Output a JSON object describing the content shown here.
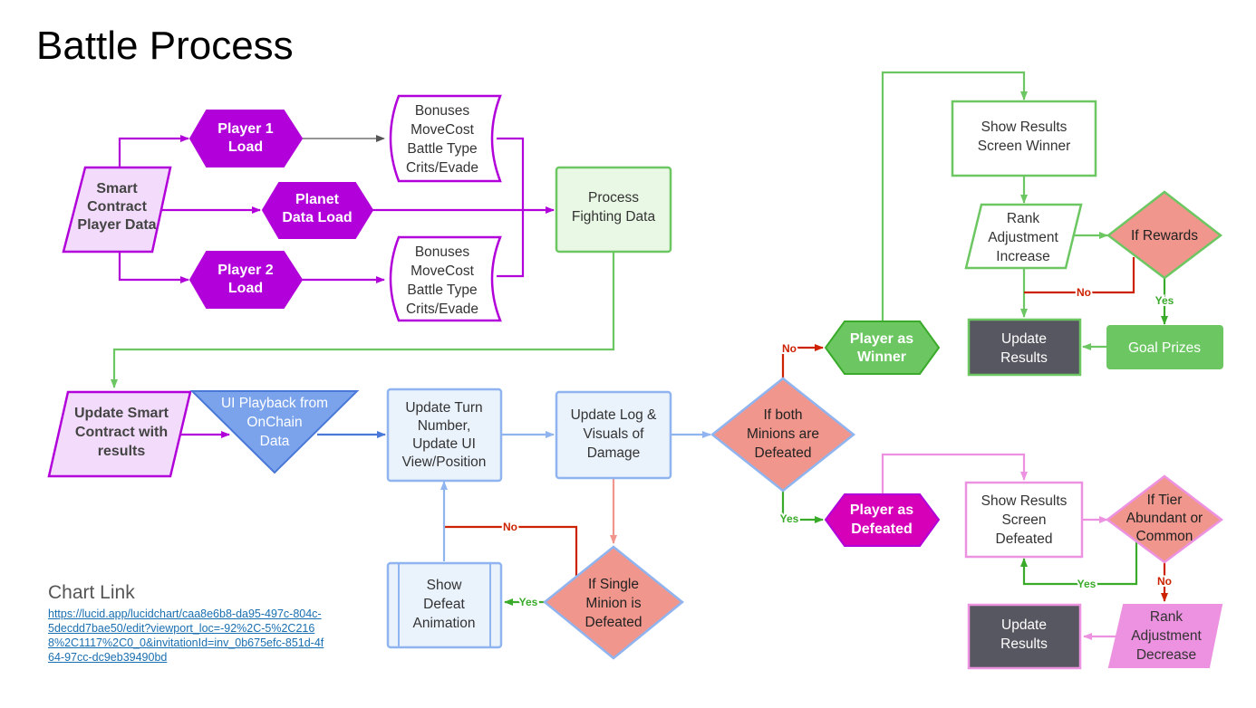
{
  "page": {
    "title": "Battle Process",
    "chart_link_heading": "Chart Link",
    "chart_link_url": "https://lucid.app/lucidchart/caa8e6b8-da95-497c-804c-5decdd7bae50/edit?viewport_loc=-92%2C-5%2C2168%2C1117%2C0_0&invitationId=inv_0b675efc-851d-4f64-97cc-dc9eb39490bd"
  },
  "colors": {
    "purple": "#b100d9",
    "purple_fill": "#f3dcfb",
    "green": "#6cc762",
    "green_fill": "#e9f8e4",
    "blue": "#8fb4ef",
    "blue_fill": "#eaf2fc",
    "blue_solid": "#7aa3ec",
    "salmon": "#f0968c",
    "dark": "#565760",
    "pink": "#ed92e1",
    "magenta": "#d500b8",
    "red": "#cc2200",
    "yes_green": "#3aaa2a"
  },
  "nodes": {
    "smart_contract": [
      "Smart",
      "Contract",
      "Player Data"
    ],
    "player1_load": [
      "Player 1",
      "Load"
    ],
    "planet_load": [
      "Planet",
      "Data Load"
    ],
    "player2_load": [
      "Player 2",
      "Load"
    ],
    "bonuses_top": [
      "Bonuses",
      "MoveCost",
      "Battle Type",
      "Crits/Evade"
    ],
    "bonuses_bottom": [
      "Bonuses",
      "MoveCost",
      "Battle Type",
      "Crits/Evade"
    ],
    "process_fighting": [
      "Process",
      "Fighting Data"
    ],
    "update_smart_contract": [
      "Update Smart",
      "Contract with",
      "results"
    ],
    "ui_playback": [
      "UI Playback from",
      "OnChain",
      "Data"
    ],
    "update_turn": [
      "Update Turn",
      "Number,",
      "Update UI",
      "View/Position"
    ],
    "update_log": [
      "Update Log &",
      "Visuals of",
      "Damage"
    ],
    "if_both": [
      "If both",
      "Minions are",
      "Defeated"
    ],
    "player_winner": [
      "Player as",
      "Winner"
    ],
    "player_defeated": [
      "Player as",
      "Defeated"
    ],
    "show_results_winner": [
      "Show Results",
      "Screen Winner"
    ],
    "rank_increase": [
      "Rank",
      "Adjustment",
      "Increase"
    ],
    "if_rewards": [
      "If Rewards"
    ],
    "update_results_top": [
      "Update",
      "Results"
    ],
    "goal_prizes": [
      "Goal Prizes"
    ],
    "show_results_defeated": [
      "Show Results",
      "Screen",
      "Defeated"
    ],
    "if_tier": [
      "If Tier",
      "Abundant or",
      "Common"
    ],
    "rank_decrease": [
      "Rank",
      "Adjustment",
      "Decrease"
    ],
    "update_results_bottom": [
      "Update",
      "Results"
    ],
    "if_single": [
      "If Single",
      "Minion is",
      "Defeated"
    ],
    "show_defeat": [
      "Show",
      "Defeat",
      "Animation"
    ]
  },
  "edge_labels": {
    "no": "No",
    "yes": "Yes"
  }
}
